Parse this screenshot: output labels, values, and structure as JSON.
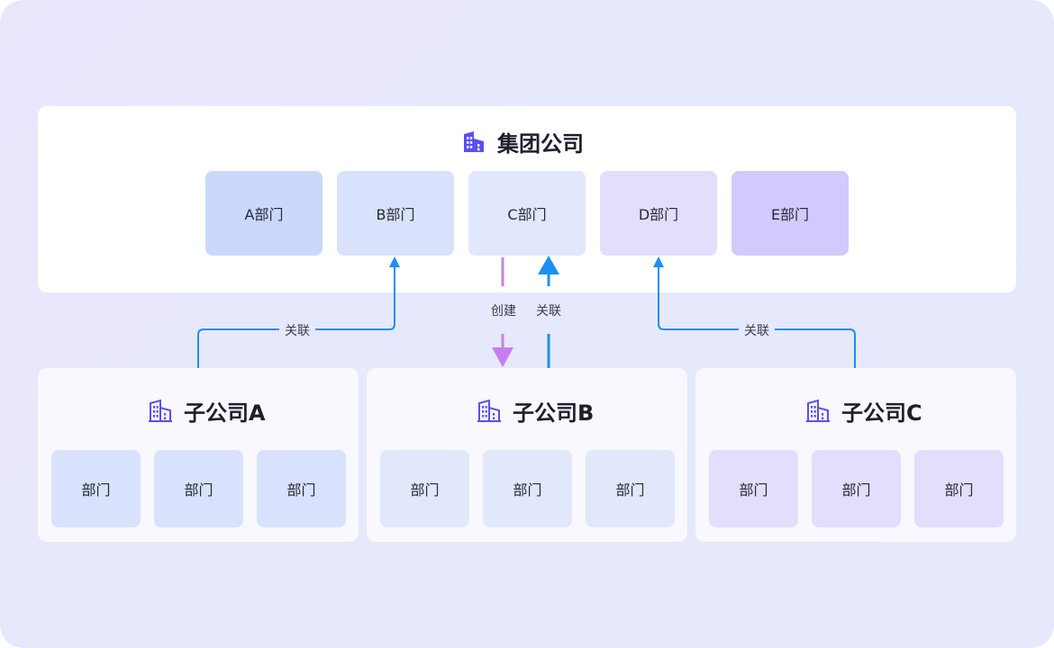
{
  "group": {
    "title": "集团公司",
    "icon": "building-icon",
    "departments": [
      {
        "label": "A部门",
        "color": "#cad8fc"
      },
      {
        "label": "B部门",
        "color": "#d9e2fc"
      },
      {
        "label": "C部门",
        "color": "#e1e7fc"
      },
      {
        "label": "D部门",
        "color": "#e2defc"
      },
      {
        "label": "E部门",
        "color": "#d1cafc"
      }
    ]
  },
  "subsidiaries": [
    {
      "title": "子公司A",
      "icon": "building-icon",
      "departments": [
        "部门",
        "部门",
        "部门"
      ],
      "dept_color": "#d8e2fc"
    },
    {
      "title": "子公司B",
      "icon": "building-icon",
      "departments": [
        "部门",
        "部门",
        "部门"
      ],
      "dept_color": "#e2e8fb"
    },
    {
      "title": "子公司C",
      "icon": "building-icon",
      "departments": [
        "部门",
        "部门",
        "部门"
      ],
      "dept_color": "#e3defc"
    }
  ],
  "flows": {
    "link_a_label": "关联",
    "create_label": "创建",
    "link_b_label": "关联",
    "link_c_label": "关联"
  },
  "colors": {
    "link_line": "#1e8ff2",
    "create_line": "#c57ef0",
    "icon": "#5a4ff0"
  }
}
